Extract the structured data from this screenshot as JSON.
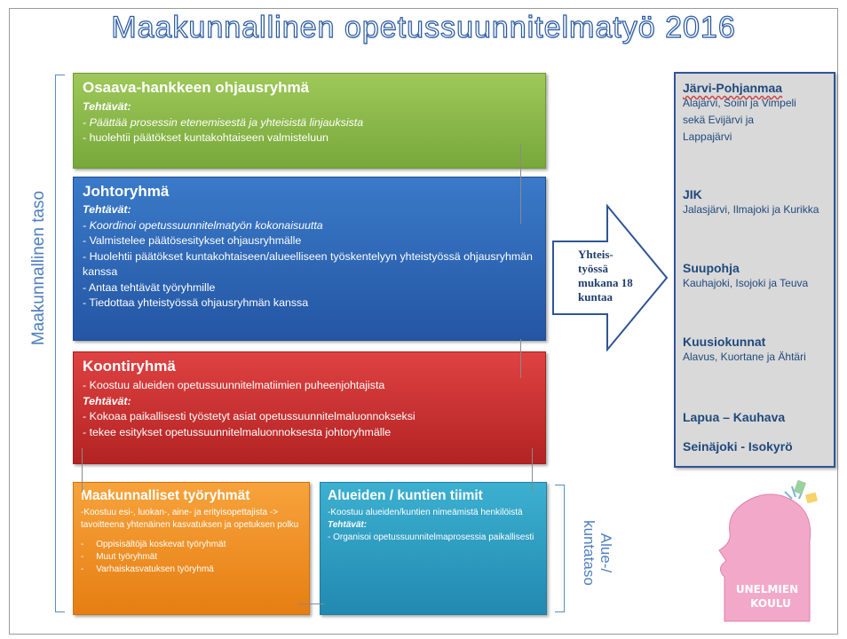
{
  "title": "Maakunnallinen opetussuunnitelmatyö 2016",
  "side_labels": {
    "province": "Maakunnallinen taso",
    "local": "Alue-/ kuntataso"
  },
  "boxes": {
    "steering": {
      "heading": "Osaava-hankkeen ohjausryhmä",
      "tasks_label": "Tehtävät:",
      "items": [
        "- Päättää prosessin etenemisestä ja yhteisistä linjauksista",
        "- huolehtii  päätökset kuntakohtaiseen valmisteluun"
      ]
    },
    "management": {
      "heading": "Johtoryhmä",
      "tasks_label": "Tehtävät:",
      "items": [
        "- Koordinoi opetussuunnitelmatyön kokonaisuutta",
        "- Valmistelee päätösesitykset  ohjausryhmälle",
        "- Huolehtii päätökset kuntakohtaiseen/alueelliseen työskentelyyn yhteistyössä ohjausryhmän kanssa",
        "- Antaa tehtävät  työryhmille",
        "- Tiedottaa yhteistyössä ohjausryhmän kanssa"
      ]
    },
    "collection": {
      "heading": "Koontiryhmä",
      "intro": "- Koostuu alueiden opetussuunnitelmatiimien puheenjohtajista",
      "tasks_label": "Tehtävät:",
      "items": [
        "- Kokoaa paikallisesti työstetyt  asiat opetussuunnitelmaluonnokseksi",
        "- tekee esitykset opetussuunnitelmaluonnoksesta johtoryhmälle"
      ]
    },
    "workgroups": {
      "heading": "Maakunnalliset työryhmät",
      "intro": "-Koostuu esi-, luokan-, aine- ja erityisopettajista -> tavoitteena yhtenäinen kasvatuksen ja opetuksen polku",
      "items": [
        "-     Oppisisältöjä koskevat työryhmät",
        "-     Muut työryhmät",
        "-     Varhaiskasvatuksen työryhmä"
      ]
    },
    "teams": {
      "heading": "Alueiden / kuntien tiimit",
      "intro": "-Koostuu alueiden/kuntien nimeämistä henkilöistä",
      "tasks_label": "Tehtävät:",
      "items": [
        "- Organisoi opetussuunnitelmaprosessia paikallisesti"
      ]
    }
  },
  "arrow_text": "Yhteis-työssä mukana 18 kuntaa",
  "regions": [
    {
      "name": "Järvi-Pohjanmaa",
      "members": "Alajärvi, Soini ja Vimpeli sekä Evijärvi ja Lappajärvi"
    },
    {
      "name": "JIK",
      "members": "Jalasjärvi, Ilmajoki ja Kurikka"
    },
    {
      "name": "Suupohja",
      "members": "Kauhajoki, Isojoki ja Teuva"
    },
    {
      "name": "Kuusiokunnat",
      "members": "Alavus, Kuortane ja Ähtäri"
    },
    {
      "name": "Lapua – Kauhava",
      "members": ""
    },
    {
      "name": "Seinäjoki - Isokyrö",
      "members": ""
    }
  ],
  "logo": {
    "text": "UNELMIEN KOULU",
    "colors": {
      "face": "#f2a9c9",
      "outline": "#e37eb0"
    }
  }
}
